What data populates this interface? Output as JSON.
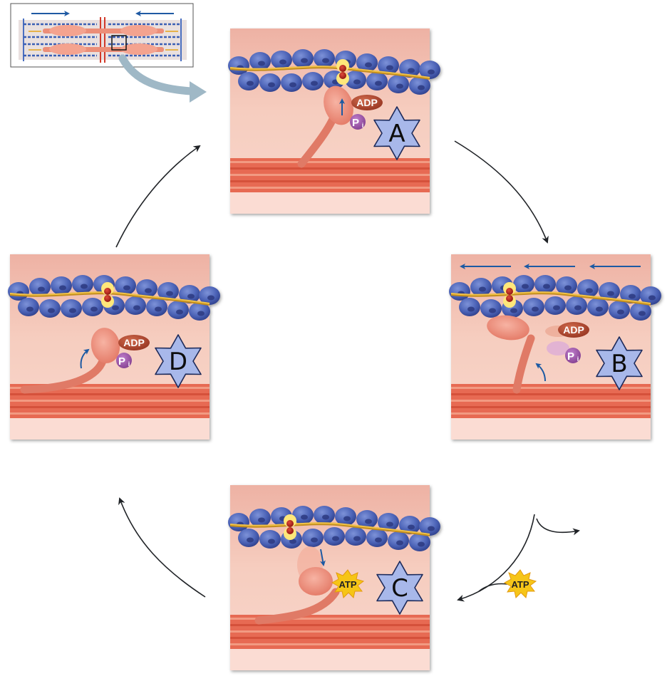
{
  "colors": {
    "background": "#ffffff",
    "panel_top": "#efb6a8",
    "panel_mid": "#f7d0c4",
    "thick_filament_dark": "#d9533b",
    "thick_filament_light": "#f08a70",
    "panel_bottom": "#fbe0d8",
    "actin_bead": "#4b62b6",
    "actin_bead_dark": "#2e3f8a",
    "tropomyosin": "#d8a12a",
    "myosin_head": "#ee8e7b",
    "adp": "#b0462d",
    "pi": "#9b4ea6",
    "atp_burst": "#f6c518",
    "star_fill": "#a6b6e8",
    "star_stroke": "#1f2a5a",
    "arrow": "#1f2226",
    "blue_arrow": "#1f5aa3",
    "callout_arrow": "#9fb8c6"
  },
  "panels": [
    {
      "id": "A",
      "badge": "A",
      "adp": "ADP",
      "pi_main": "P",
      "pi_sub": "i"
    },
    {
      "id": "B",
      "badge": "B",
      "adp": "ADP",
      "pi_main": "P",
      "pi_sub": "i"
    },
    {
      "id": "C",
      "badge": "C",
      "atp": "ATP"
    },
    {
      "id": "D",
      "badge": "D",
      "adp": "ADP",
      "pi_main": "P",
      "pi_sub": "i"
    }
  ],
  "free_atp": "ATP"
}
